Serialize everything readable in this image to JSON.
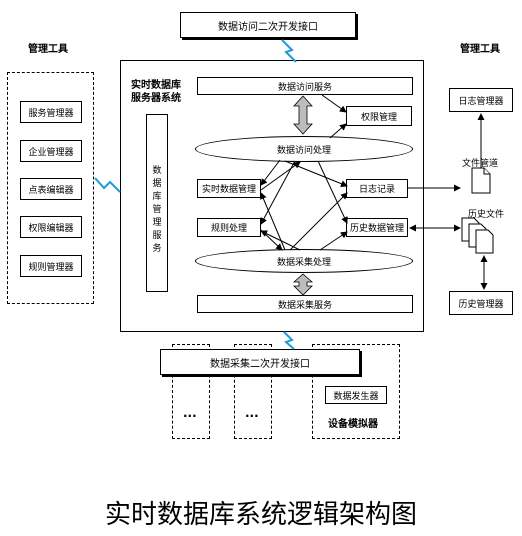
{
  "top_interface": "数据访问二次开发接口",
  "left_panel": {
    "title": "管理工具",
    "items": [
      "服务管理器",
      "企业管理器",
      "点表编辑器",
      "权限编辑器",
      "规则管理器"
    ]
  },
  "right_title": "管理工具",
  "server": {
    "title_line1": "实时数据库",
    "title_line2": "服务器系统",
    "data_access_service": "数据访问服务",
    "permission_mgmt": "权限管理",
    "data_access_processing": "数据访问处理",
    "db_mgmt_service": "数据库管理服务",
    "realtime_data_mgmt": "实时数据管理",
    "log_record": "日志记录",
    "rule_processing": "规则处理",
    "history_data_mgmt": "历史数据管理",
    "data_collect_processing": "数据采集处理",
    "data_collect_service": "数据采集服务"
  },
  "right_side": {
    "log_manager": "日志管理器",
    "file_pipe": "文件管道",
    "history_file": "历史文件",
    "history_manager": "历史管理器"
  },
  "bottom": {
    "collect_interface": "数据采集二次开发接口",
    "dots1": "...",
    "dots2": "...",
    "data_generator": "数据发生器",
    "device_simulator": "设备模拟器"
  },
  "caption": "实时数据库系统逻辑架构图"
}
